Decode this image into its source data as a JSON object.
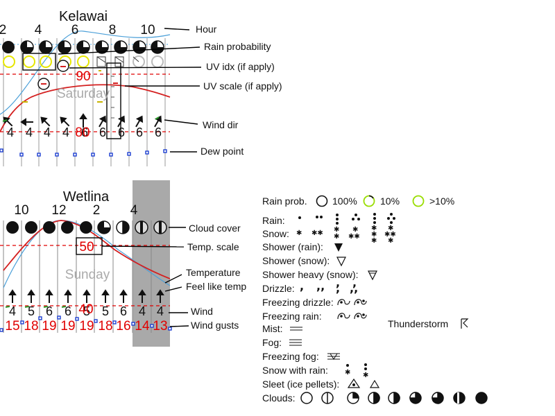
{
  "panels": [
    {
      "title": "Kelawai",
      "hours": [
        "2",
        "4",
        "6",
        "8",
        "10"
      ],
      "temp_scale": "90",
      "day": "Saturday",
      "wind": [
        "4",
        "4",
        "4",
        "4",
        "6",
        "6",
        "6",
        "6",
        "6"
      ],
      "wind_gust": "80"
    },
    {
      "title": "Wetlina",
      "hours": [
        "10",
        "12",
        "2",
        "4"
      ],
      "temp_scale": "50",
      "day": "Sunday",
      "wind": [
        "4",
        "5",
        "6",
        "6",
        "5",
        "5",
        "6",
        "4",
        "4"
      ],
      "wind_gust_overlay": "40",
      "gusts": [
        "15",
        "18",
        "19",
        "19",
        "19",
        "18",
        "16",
        "14",
        "13"
      ]
    }
  ],
  "annotations": {
    "hour": "Hour",
    "rain_probability": "Rain probability",
    "uv_idx": "UV idx (if apply)",
    "uv_scale": "UV scale (if apply)",
    "wind_dir": "Wind dir",
    "dew_point": "Dew point",
    "cloud_cover": "Cloud cover",
    "temp_scale": "Temp. scale",
    "temperature": "Temperature",
    "feel_like_temp": "Feel like temp",
    "wind": "Wind",
    "wind_gusts": "Wind gusts"
  },
  "legend": {
    "rain_prob": "Rain prob.",
    "rain_prob_items": [
      "100%",
      "10%",
      ">10%"
    ],
    "rain": "Rain:",
    "snow": "Snow:",
    "shower_rain": "Shower (rain):",
    "shower_snow": "Shower (snow):",
    "shower_heavy_snow": "Shower heavy (snow):",
    "drizzle": "Drizzle:",
    "freezing_drizzle": "Freezing drizzle:",
    "freezing_rain": "Freezing rain:",
    "thunderstorm": "Thunderstorm",
    "mist": "Mist:",
    "fog": "Fog:",
    "freezing_fog": "Freezing fog:",
    "snow_with_rain": "Snow with rain:",
    "sleet": "Sleet (ice pellets):",
    "clouds": "Clouds:"
  },
  "colors": {
    "temperature": "#d42020",
    "feel_like": "#4a9fd8",
    "scale_text": "#e00000",
    "uv_ring": "#e6e600",
    "rain10_ring": "#99dd00",
    "dew_point": "#1d3fd1",
    "night_band": "#a9a9a9"
  }
}
